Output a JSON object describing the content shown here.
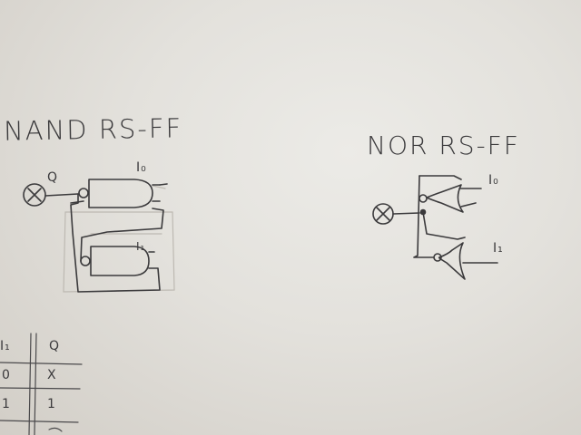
{
  "nand_section": {
    "title": "NAND RS-FF",
    "output_label": "Q",
    "input_top": "I₀",
    "input_bottom": "I₁"
  },
  "nor_section": {
    "title": "NOR RS-FF",
    "input_top": "I₀",
    "input_bottom": "I₁"
  },
  "truth_table": {
    "headers": [
      "I₁",
      "Q"
    ],
    "rows": [
      [
        "0",
        "X"
      ],
      [
        "1",
        "1"
      ]
    ]
  }
}
